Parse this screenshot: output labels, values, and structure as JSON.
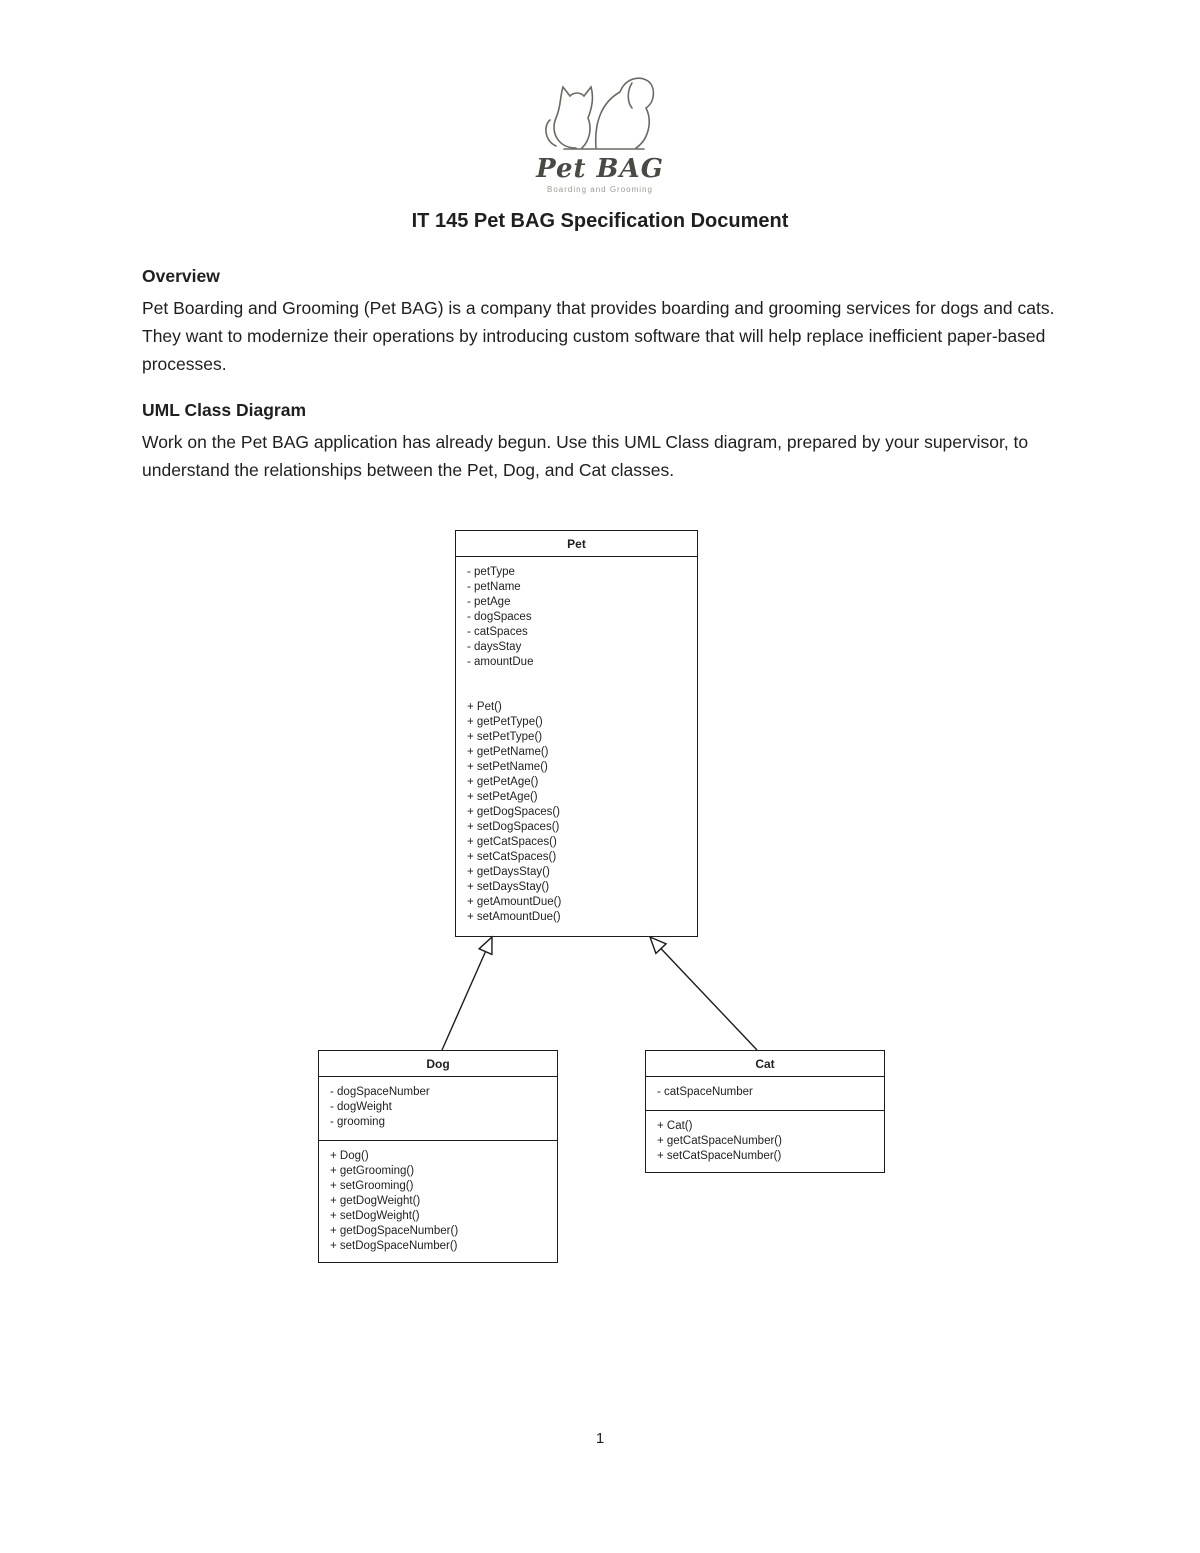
{
  "logo": {
    "icon": "dog-and-cat-icon",
    "name": "Pet BAG",
    "tagline": "Boarding and Grooming"
  },
  "document": {
    "title": "IT 145 Pet BAG Specification Document",
    "sections": [
      {
        "heading": "Overview",
        "body": "Pet Boarding and Grooming (Pet BAG) is a company that provides boarding and grooming services for dogs and cats. They want to modernize their operations by introducing custom software that will help replace inefficient paper-based processes."
      },
      {
        "heading": "UML Class Diagram",
        "body": "Work on the Pet BAG application has already begun. Use this UML Class diagram, prepared by your supervisor, to understand the relationships between the Pet, Dog, and Cat classes."
      }
    ],
    "page_number": "1"
  },
  "uml": {
    "pet": {
      "name": "Pet",
      "attributes": [
        "- petType",
        "- petName",
        "- petAge",
        "- dogSpaces",
        "- catSpaces",
        "- daysStay",
        "- amountDue"
      ],
      "methods": [
        "+ Pet()",
        "+ getPetType()",
        "+ setPetType()",
        "+ getPetName()",
        "+ setPetName()",
        "+ getPetAge()",
        "+ setPetAge()",
        "+ getDogSpaces()",
        "+ setDogSpaces()",
        "+ getCatSpaces()",
        "+ setCatSpaces()",
        "+ getDaysStay()",
        "+ setDaysStay()",
        "+ getAmountDue()",
        "+ setAmountDue()"
      ]
    },
    "dog": {
      "name": "Dog",
      "attributes": [
        "- dogSpaceNumber",
        "- dogWeight",
        "- grooming"
      ],
      "methods": [
        "+ Dog()",
        "+ getGrooming()",
        "+ setGrooming()",
        "+ getDogWeight()",
        "+ setDogWeight()",
        "+ getDogSpaceNumber()",
        "+ setDogSpaceNumber()"
      ]
    },
    "cat": {
      "name": "Cat",
      "attributes": [
        "- catSpaceNumber"
      ],
      "methods": [
        "+ Cat()",
        "+ getCatSpaceNumber()",
        "+ setCatSpaceNumber()"
      ]
    }
  }
}
